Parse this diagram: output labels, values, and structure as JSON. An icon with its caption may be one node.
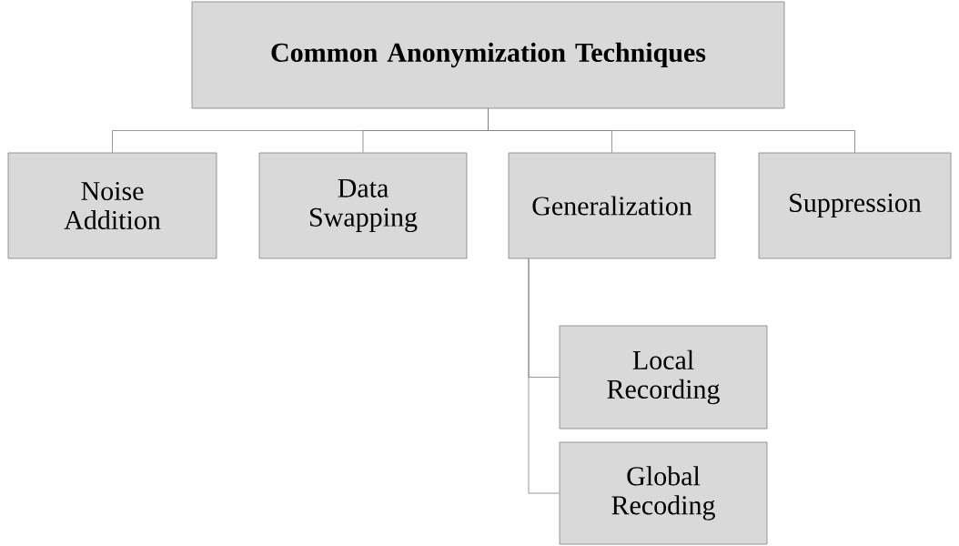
{
  "diagram": {
    "nodes": [
      {
        "text": [
          "**Common Anonymization Techniques**"
        ]
      },
      {
        "text": [
          "Noise Addition"
        ]
      },
      {
        "text": [
          "Data Swapping"
        ]
      },
      {
        "text": [
          "Generalization"
        ]
      },
      {
        "text": [
          "Suppression"
        ]
      },
      {
        "text": [
          "Local Recording"
        ]
      },
      {
        "text": [
          "Global Recoding"
        ]
      }
    ],
    "edges": [
      {
        "from": 0,
        "to": 1,
        "arrow": "none"
      },
      {
        "from": 0,
        "to": 2,
        "arrow": "none"
      },
      {
        "from": 0,
        "to": 3,
        "arrow": "none"
      },
      {
        "from": 0,
        "to": 4,
        "arrow": "none",
        "color": "#4a7ebb"
      },
      {
        "from": 3,
        "to": 5,
        "arrow": "none"
      },
      {
        "from": 3,
        "to": 6,
        "arrow": "none"
      }
    ]
  }
}
